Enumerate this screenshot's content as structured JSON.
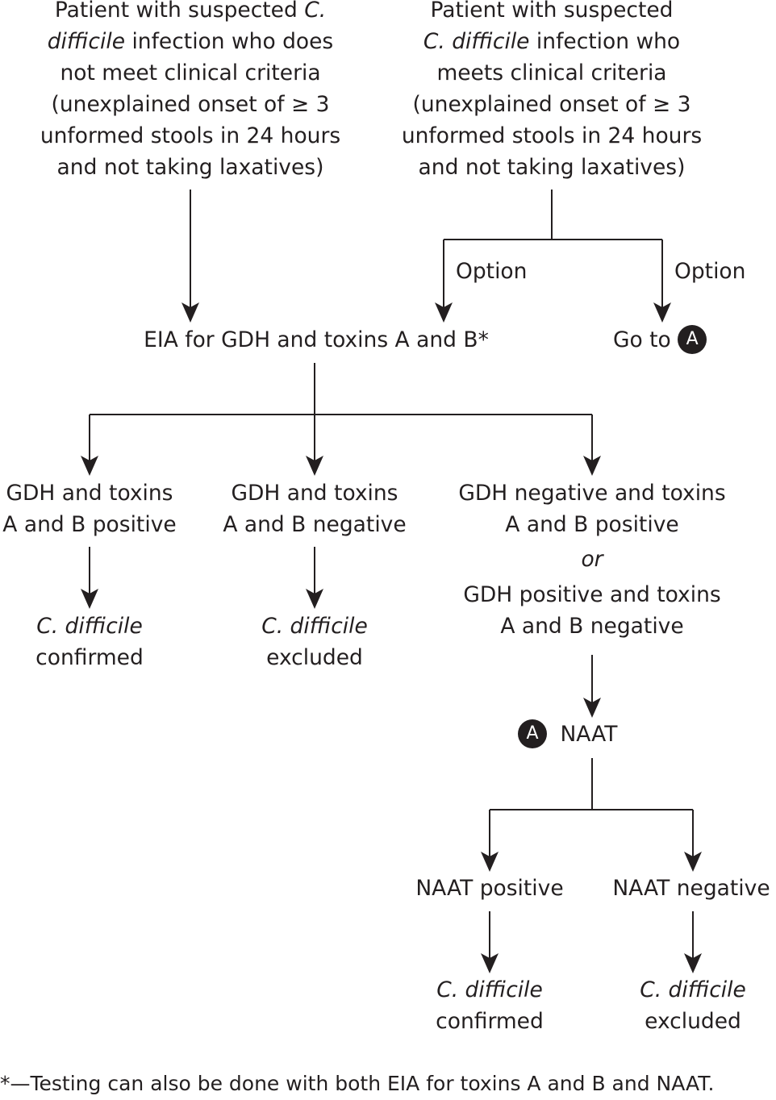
{
  "top_left": {
    "line1": "Patient with suspected ",
    "line1_italic": "C.",
    "line2_italic": "difficile",
    "line2": " infection who does",
    "line3": "not meet clinical criteria",
    "line4": "(unexplained onset of ≥ 3",
    "line5": "unformed stools in 24 hours",
    "line6": "and not taking laxatives)"
  },
  "top_right": {
    "line1": "Patient with suspected",
    "line2_italic": "C. difficile",
    "line2": " infection who",
    "line3": "meets clinical criteria",
    "line4": "(unexplained onset of ≥ 3",
    "line5": "unformed stools in 24 hours",
    "line6": "and not taking laxatives)"
  },
  "option_left": "Option",
  "option_right": "Option",
  "eia": "EIA for GDH and toxins A and B*",
  "goto": "Go to ",
  "badge_letter": "A",
  "gdh_pos": {
    "line1": "GDH and toxins",
    "line2": "A and B positive"
  },
  "gdh_neg": {
    "line1": "GDH and toxins",
    "line2": "A and B negative"
  },
  "gdh_mixed": {
    "line1": "GDH negative and toxins",
    "line2": "A and B positive",
    "or": "or",
    "line3": "GDH positive and toxins",
    "line4": "A and B negative"
  },
  "result_confirmed_1": {
    "italic": "C. difficile",
    "text": "confirmed"
  },
  "result_excluded_1": {
    "italic": "C. difficile",
    "text": "excluded"
  },
  "naat": "NAAT",
  "naat_pos": "NAAT positive",
  "naat_neg": "NAAT negative",
  "result_confirmed_2": {
    "italic": "C. difficile",
    "text": "confirmed"
  },
  "result_excluded_2": {
    "italic": "C. difficile",
    "text": "excluded"
  },
  "footnote": "*—Testing can also be done with both EIA for toxins A and B and NAAT.",
  "colors": {
    "ink": "#231f20",
    "background": "#ffffff"
  }
}
